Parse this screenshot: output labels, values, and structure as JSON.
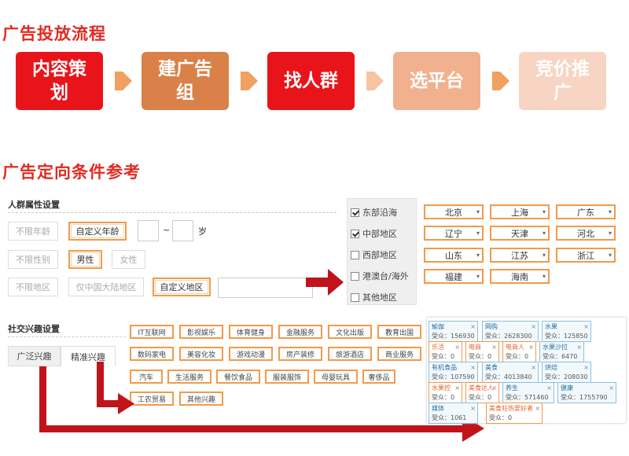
{
  "flow": {
    "title": "广告投放流程",
    "steps": [
      {
        "label": "内容策划",
        "color": "#e8141a"
      },
      {
        "label": "建广告组",
        "color": "#da8149"
      },
      {
        "label": "找人群",
        "color": "#e8141a"
      },
      {
        "label": "选平台",
        "color": "#f1b18f"
      },
      {
        "label": "竞价推广",
        "color": "#f8d5c2"
      }
    ]
  },
  "targeting": {
    "title": "广告定向条件参考",
    "crowd": {
      "label": "人群属性设置",
      "age": {
        "none": "不限年龄",
        "custom": "自定义年龄",
        "sep": "~",
        "unit": "岁"
      },
      "gender": {
        "none": "不限性别",
        "male": "男性",
        "female": "女性"
      },
      "region": {
        "none": "不限地区",
        "mainland": "仅中国大陆地区",
        "custom": "自定义地区"
      }
    },
    "regions": [
      {
        "label": "东部沿海",
        "checked": true
      },
      {
        "label": "中部地区",
        "checked": true
      },
      {
        "label": "西部地区",
        "checked": false
      },
      {
        "label": "港澳台/海外",
        "checked": false
      },
      {
        "label": "其他地区",
        "checked": false
      }
    ],
    "provinces": [
      "北京",
      "上海",
      "广东",
      "辽宁",
      "天津",
      "河北",
      "山东",
      "江苏",
      "浙江",
      "福建",
      "海南"
    ],
    "interest": {
      "label": "社交兴趣设置",
      "tabs": [
        "广泛兴趣",
        "精准兴趣"
      ],
      "tags": [
        "IT互联网",
        "影视娱乐",
        "体育健身",
        "金融服务",
        "文化出版",
        "教育出国",
        "数码家电",
        "美容化妆",
        "游戏动漫",
        "房产装修",
        "旅游酒店",
        "商业服务",
        "汽车",
        "生活服务",
        "餐饮食品",
        "服装服饰",
        "母婴玩具",
        "奢侈品",
        "工农贸易",
        "其他兴趣"
      ],
      "selected": [
        {
          "name": "瑜伽",
          "count": "受众：156930"
        },
        {
          "name": "网购",
          "count": "受众：2628300"
        },
        {
          "name": "水果",
          "count": "受众：125850"
        },
        {
          "name": "乐活",
          "count": "受众：0"
        },
        {
          "name": "电商",
          "count": "受众：0"
        },
        {
          "name": "电商人",
          "count": "受众：0"
        },
        {
          "name": "水果沙拉",
          "count": "受众：6470"
        },
        {
          "name": "有机食品",
          "count": "受众：107590"
        },
        {
          "name": "美食",
          "count": "受众：4013840"
        },
        {
          "name": "烘焙",
          "count": "受众：208030"
        },
        {
          "name": "水果控",
          "count": "受众：0"
        },
        {
          "name": "美食达人",
          "count": "受众：0"
        },
        {
          "name": "养生",
          "count": "受众：571460"
        },
        {
          "name": "健康",
          "count": "受众：1755790"
        },
        {
          "name": "媒体",
          "count": "受众：1061"
        },
        {
          "name": "美食狂热爱好者",
          "count": "受众：0"
        }
      ]
    }
  }
}
